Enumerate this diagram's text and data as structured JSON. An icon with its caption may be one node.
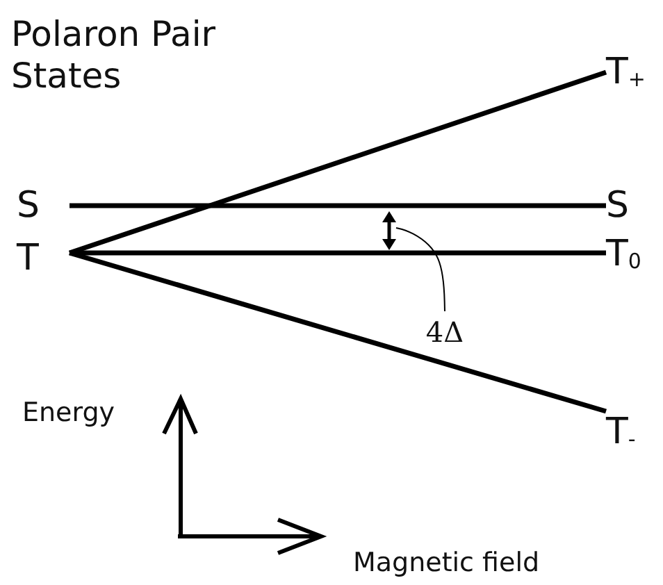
{
  "diagram": {
    "title": "Polaron Pair States",
    "nodes": [
      {
        "text": [
          "S"
        ]
      },
      {
        "text": [
          "T"
        ]
      },
      {
        "text": [
          "T$_{+}$"
        ]
      },
      {
        "text": [
          "S"
        ]
      },
      {
        "text": [
          "T$_{0}$"
        ]
      },
      {
        "text": [
          "T$_{-}$"
        ]
      },
      {
        "text": [
          "4Δ"
        ]
      }
    ],
    "edges": [
      {
        "from": 0,
        "to": 3,
        "arrow": "none"
      },
      {
        "from": 1,
        "to": 2,
        "arrow": "none"
      },
      {
        "from": 1,
        "to": 4,
        "arrow": "none"
      },
      {
        "from": 1,
        "to": 5,
        "arrow": "none"
      },
      {
        "from": 6,
        "to": null,
        "arrow": "none"
      }
    ],
    "labels": [
      "Energy",
      "Magnetic field"
    ]
  }
}
